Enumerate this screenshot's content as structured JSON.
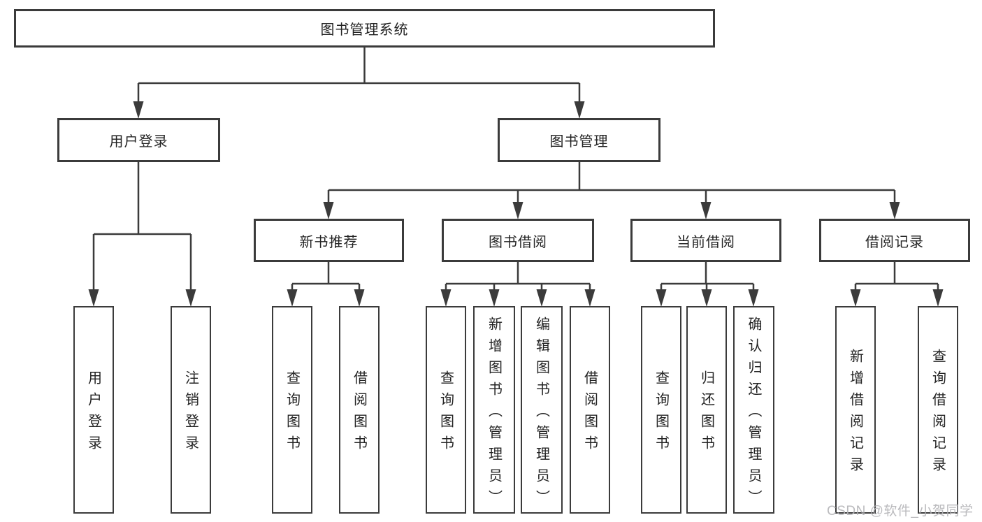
{
  "tree": {
    "root": {
      "label": "图书管理系统"
    },
    "branches": [
      {
        "label": "用户登录",
        "leaves": [
          {
            "label": "用户登录"
          },
          {
            "label": "注销登录"
          }
        ]
      },
      {
        "label": "图书管理",
        "groups": [
          {
            "label": "新书推荐",
            "leaves": [
              {
                "label": "查询图书"
              },
              {
                "label": "借阅图书"
              }
            ]
          },
          {
            "label": "图书借阅",
            "leaves": [
              {
                "label": "查询图书"
              },
              {
                "label": "新增图书（管理员）"
              },
              {
                "label": "编辑图书（管理员）"
              },
              {
                "label": "借阅图书"
              }
            ]
          },
          {
            "label": "当前借阅",
            "leaves": [
              {
                "label": "查询图书"
              },
              {
                "label": "归还图书"
              },
              {
                "label": "确认归还（管理员）"
              }
            ]
          },
          {
            "label": "借阅记录",
            "leaves": [
              {
                "label": "新增借阅记录"
              },
              {
                "label": "查询借阅记录"
              }
            ]
          }
        ]
      }
    ]
  },
  "watermark": {
    "text": "CSDN @软件_小贺同学"
  },
  "colors": {
    "line": "#3b3b3b",
    "box_border": "#3b3b3b",
    "text": "#232323",
    "watermark": "#b2b2b6",
    "background": "#ffffff"
  }
}
